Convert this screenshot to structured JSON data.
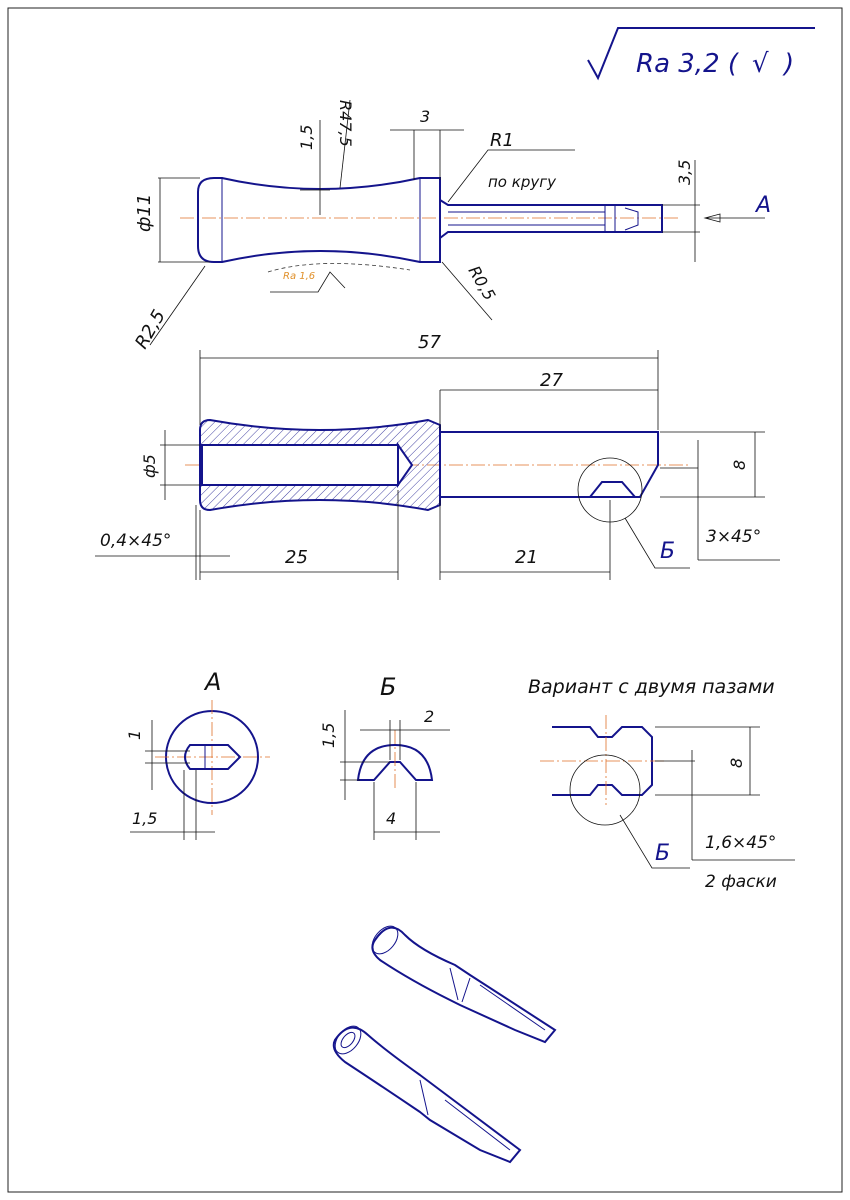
{
  "roughness": {
    "general": "Ra 3,2 (",
    "check": "√",
    ")": ")",
    "local": "Ra 1,6"
  },
  "top_view": {
    "d_handle": "ф11",
    "groove": "1,5",
    "r_big": "R47,5",
    "collar": "3",
    "r1": "R1",
    "r1_note": "по кругу",
    "tip": "3,5",
    "view_a": "A",
    "r_end": "R2,5",
    "r_small": "R0,5"
  },
  "section": {
    "total": "57",
    "shaft": "27",
    "bore": "ф5",
    "width": "8",
    "chamfer_end": "0,4×45°",
    "bore_len": "25",
    "slot_pos": "21",
    "detail": "Б",
    "chamfer_tip": "3×45°"
  },
  "view_a": {
    "title": "A",
    "d1": "1",
    "d2": "1,5"
  },
  "detail_b": {
    "title": "Б",
    "h": "1,5",
    "w": "2",
    "base": "4"
  },
  "variant": {
    "title": "Вариант с двумя пазами",
    "width": "8",
    "detail": "Б",
    "chamfer": "1,6×45°",
    "note": "2 фаски"
  }
}
